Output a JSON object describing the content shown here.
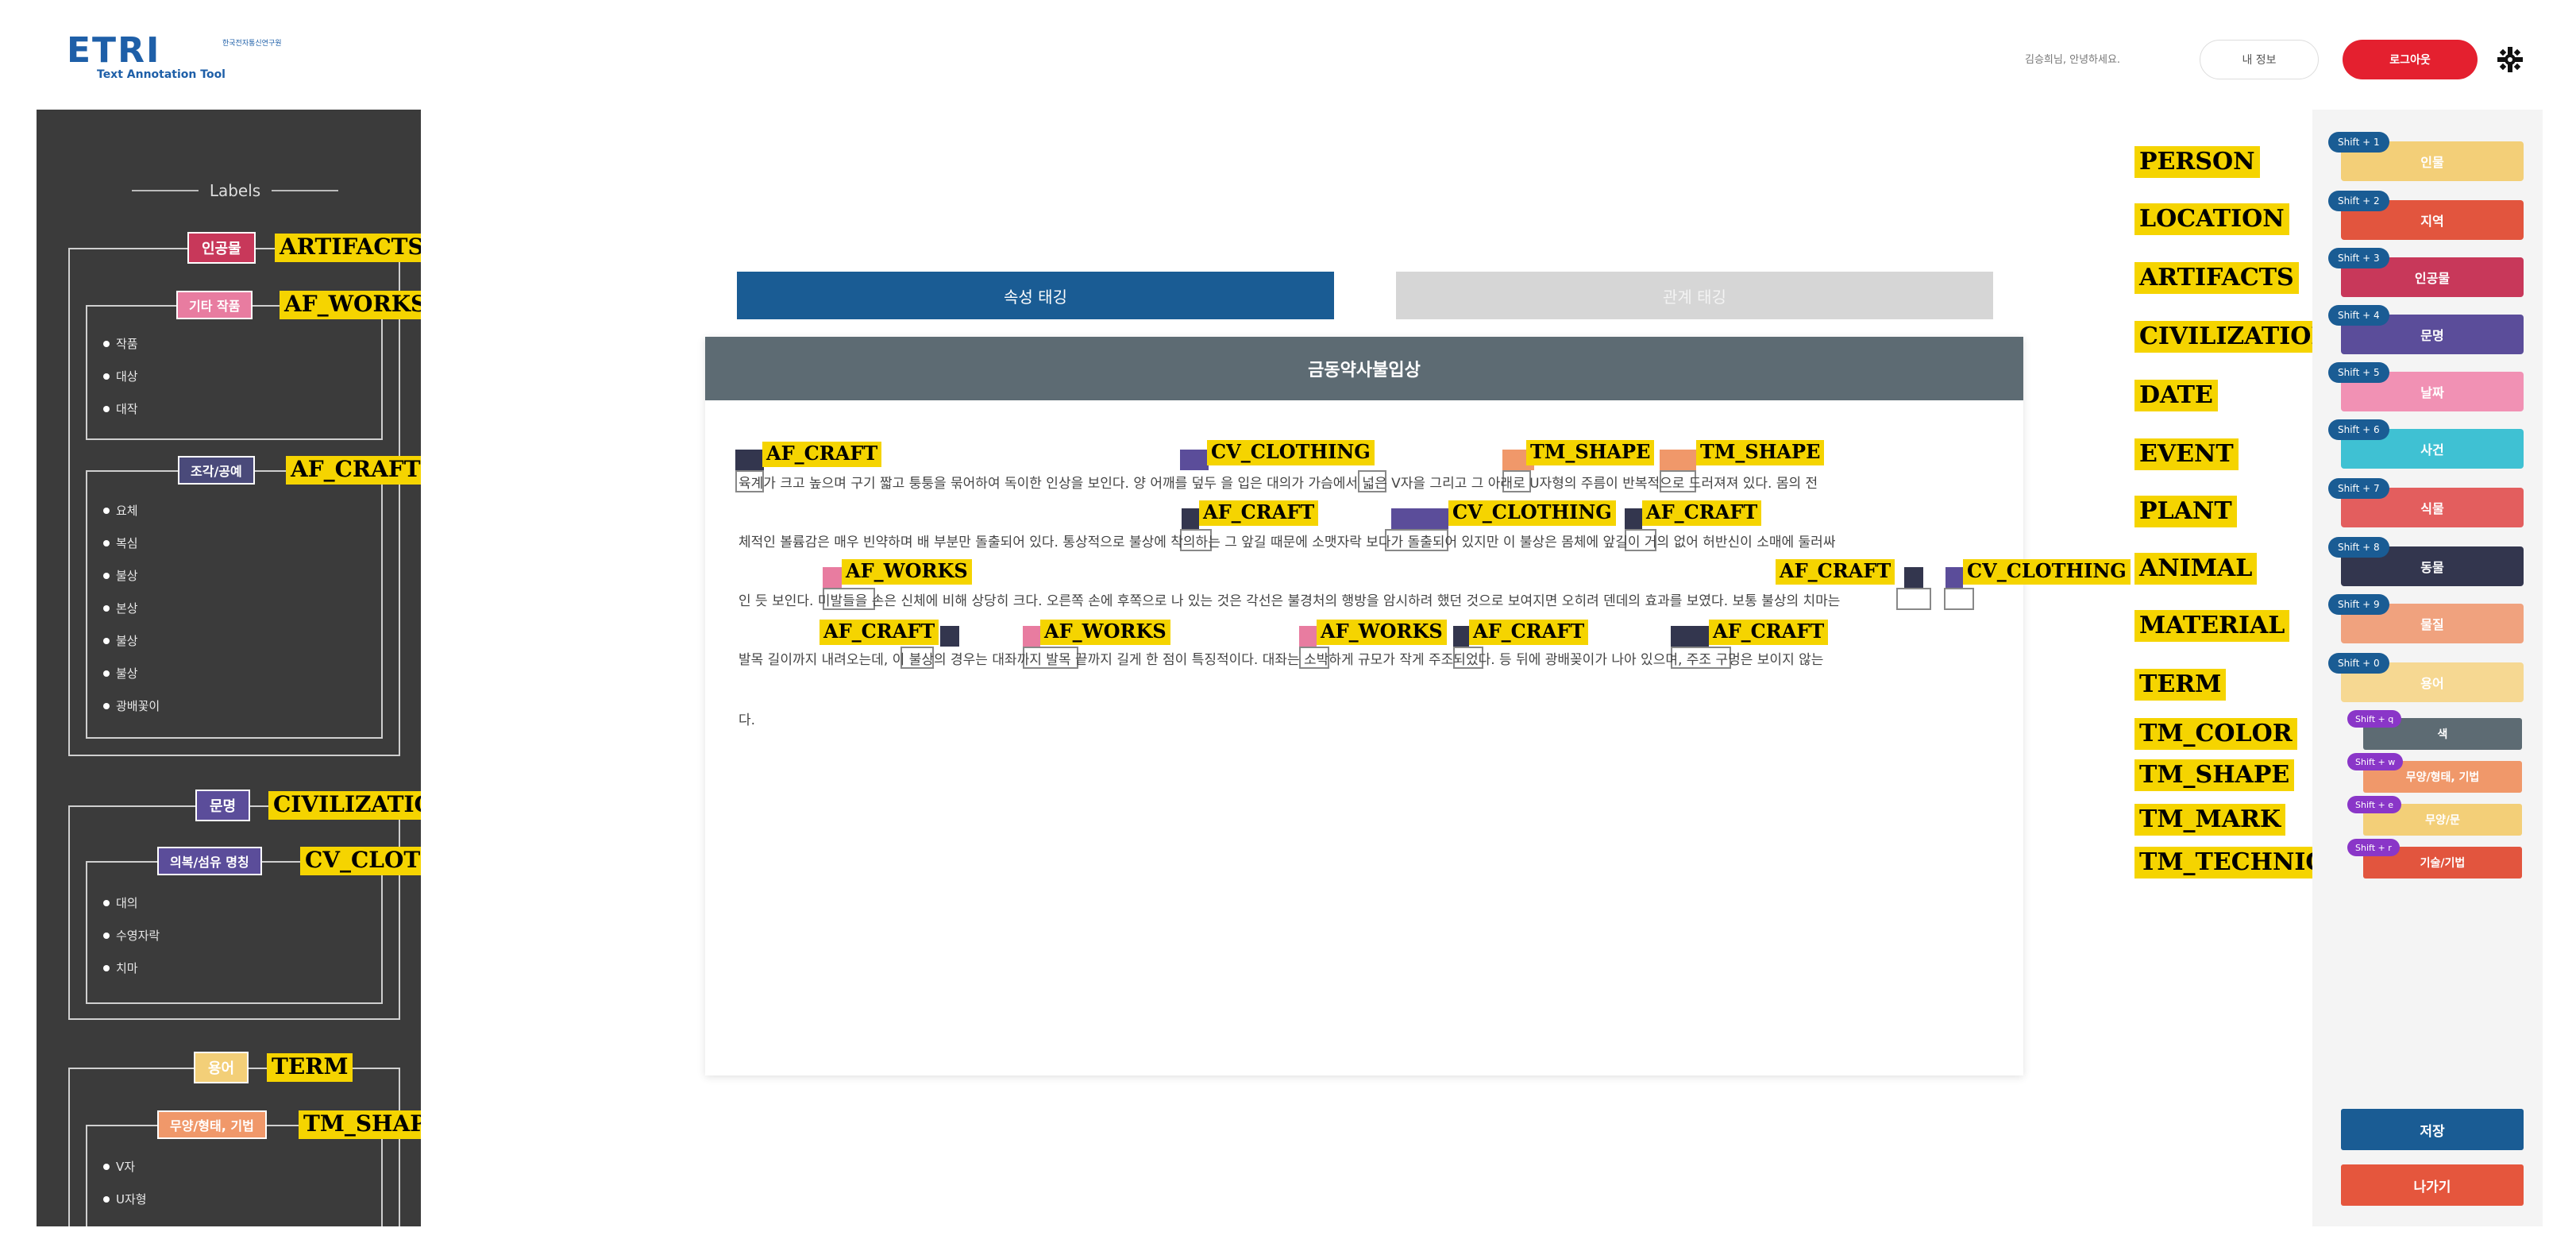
{
  "header": {
    "logo_text": "ETRI",
    "logo_side_text": "한국전자통신연구원",
    "app_name": "Text Annotation Tool",
    "user_greeting": "김승희님, 안녕하세요.",
    "my_info_label": "내 정보",
    "logout_label": "로그아웃"
  },
  "left_panel": {
    "title": "Labels",
    "groups": [
      {
        "label": "인공물",
        "tag": "ARTIFACTS",
        "color": "#c8385a",
        "subgroups": [
          {
            "label": "기타 작품",
            "tag": "AF_WORKS",
            "color": "#e87ca0",
            "items": [
              "작품",
              "대상",
              "대작"
            ]
          },
          {
            "label": "조각/공예",
            "tag": "AF_CRAFT",
            "color": "#4a4a7a",
            "items": [
              "요체",
              "복심",
              "불상",
              "본상",
              "불상",
              "불상",
              "광배꽃이"
            ]
          }
        ]
      },
      {
        "label": "문명",
        "tag": "CIVILIZATION",
        "color": "#5b4d9a",
        "subgroups": [
          {
            "label": "의복/섬유 명칭",
            "tag": "CV_CLOTHING",
            "color": "#5b4d9a",
            "items": [
              "대의",
              "수영자락",
              "치마"
            ]
          }
        ]
      },
      {
        "label": "용어",
        "tag": "TERM",
        "color": "#f3cf78",
        "subgroups": [
          {
            "label": "무양/형태, 기법",
            "tag": "TM_SHAPE",
            "color": "#f0986a",
            "items": [
              "V자",
              "U자형"
            ]
          }
        ]
      }
    ]
  },
  "main": {
    "tab_attribute": "속성 태깅",
    "tab_relation": "관계 태깅",
    "doc_title": "금동약사불입상",
    "lines": [
      "육계가 크고 높으며 구기 짧고 퉁퉁을 묶어하여 독이한 인상을 보인다. 양 어깨를 덮두 을 입은 대의가 가슴에서 넓은 V자을 그리고 그 아래로 U자형의 주름이 반복적으로 드러져져 있다. 몸의 전",
      "체적인 볼륨감은 매우 빈약하며 배 부분만 돌출되어 있다. 통상적으로 불상에 착의하는 그 앞길 때문에 소맷자락 보다가 돌출되어 있지만 이 불상은 몸체에 앞길이 거의 없어 허반신이 소매에 둘러싸",
      "인 듯 보인다. 미발들을 손은 신체에 비해 상당히 크다. 오른쪽 손에 후쪽으로 나 있는 것은 각선은 불경처의 행방을 암시하려 했던 것으로 보여지면 오히려 덴데의 효과를 보였다. 보통 불상의 치마는",
      "발목 길이까지 내려오는데, 이 불상의 경우는 대좌까지 발목 끝까지 길게 한 점이 특징적이다. 대좌는 소박하게 규모가 작게 주조되었다. 등 뒤에 광배꽂이가 나아 있으며, 주조 구멍은 보이지 않는",
      "다."
    ]
  },
  "annotations": [
    "AF_CRAFT",
    "CV_CLOTHING",
    "TM_SHAPE",
    "TM_SHAPE",
    "AF_CRAFT",
    "CV_CLOTHING",
    "AF_CRAFT",
    "AF_WORKS",
    "AF_CRAFT",
    "CV_CLOTHING",
    "AF_CRAFT",
    "AF_WORKS",
    "AF_WORKS",
    "AF_CRAFT",
    "AF_CRAFT"
  ],
  "right_labels": [
    "PERSON",
    "LOCATION",
    "ARTIFACTS",
    "CIVILIZATION",
    "DATE",
    "EVENT",
    "PLANT",
    "ANIMAL",
    "MATERIAL",
    "TERM",
    "TM_COLOR",
    "TM_SHAPE",
    "TM_MARK",
    "TM_TECHNIQUE"
  ],
  "shortcuts": [
    {
      "key": "Shift + 1",
      "label": "인물",
      "color": "#f3cf78"
    },
    {
      "key": "Shift + 2",
      "label": "지역",
      "color": "#e2553e"
    },
    {
      "key": "Shift + 3",
      "label": "인공물",
      "color": "#c8385a"
    },
    {
      "key": "Shift + 4",
      "label": "문명",
      "color": "#5b4d9a"
    },
    {
      "key": "Shift + 5",
      "label": "날짜",
      "color": "#f191b4"
    },
    {
      "key": "Shift + 6",
      "label": "사건",
      "color": "#3fc1d3"
    },
    {
      "key": "Shift + 7",
      "label": "식물",
      "color": "#e35e5e"
    },
    {
      "key": "Shift + 8",
      "label": "동물",
      "color": "#33364e"
    },
    {
      "key": "Shift + 9",
      "label": "물질",
      "color": "#f0a27e"
    },
    {
      "key": "Shift + 0",
      "label": "용어",
      "color": "#f6d892"
    }
  ],
  "term_shortcuts": [
    {
      "key": "Shift + q",
      "label": "색",
      "color": "#5d6b73"
    },
    {
      "key": "Shift + w",
      "label": "무양/형태, 기법",
      "color": "#f0986a"
    },
    {
      "key": "Shift + e",
      "label": "무양/문",
      "color": "#f3cf78"
    },
    {
      "key": "Shift + r",
      "label": "기술/기법",
      "color": "#e2553e"
    }
  ],
  "save_label": "저장",
  "exit_label": "나가기"
}
